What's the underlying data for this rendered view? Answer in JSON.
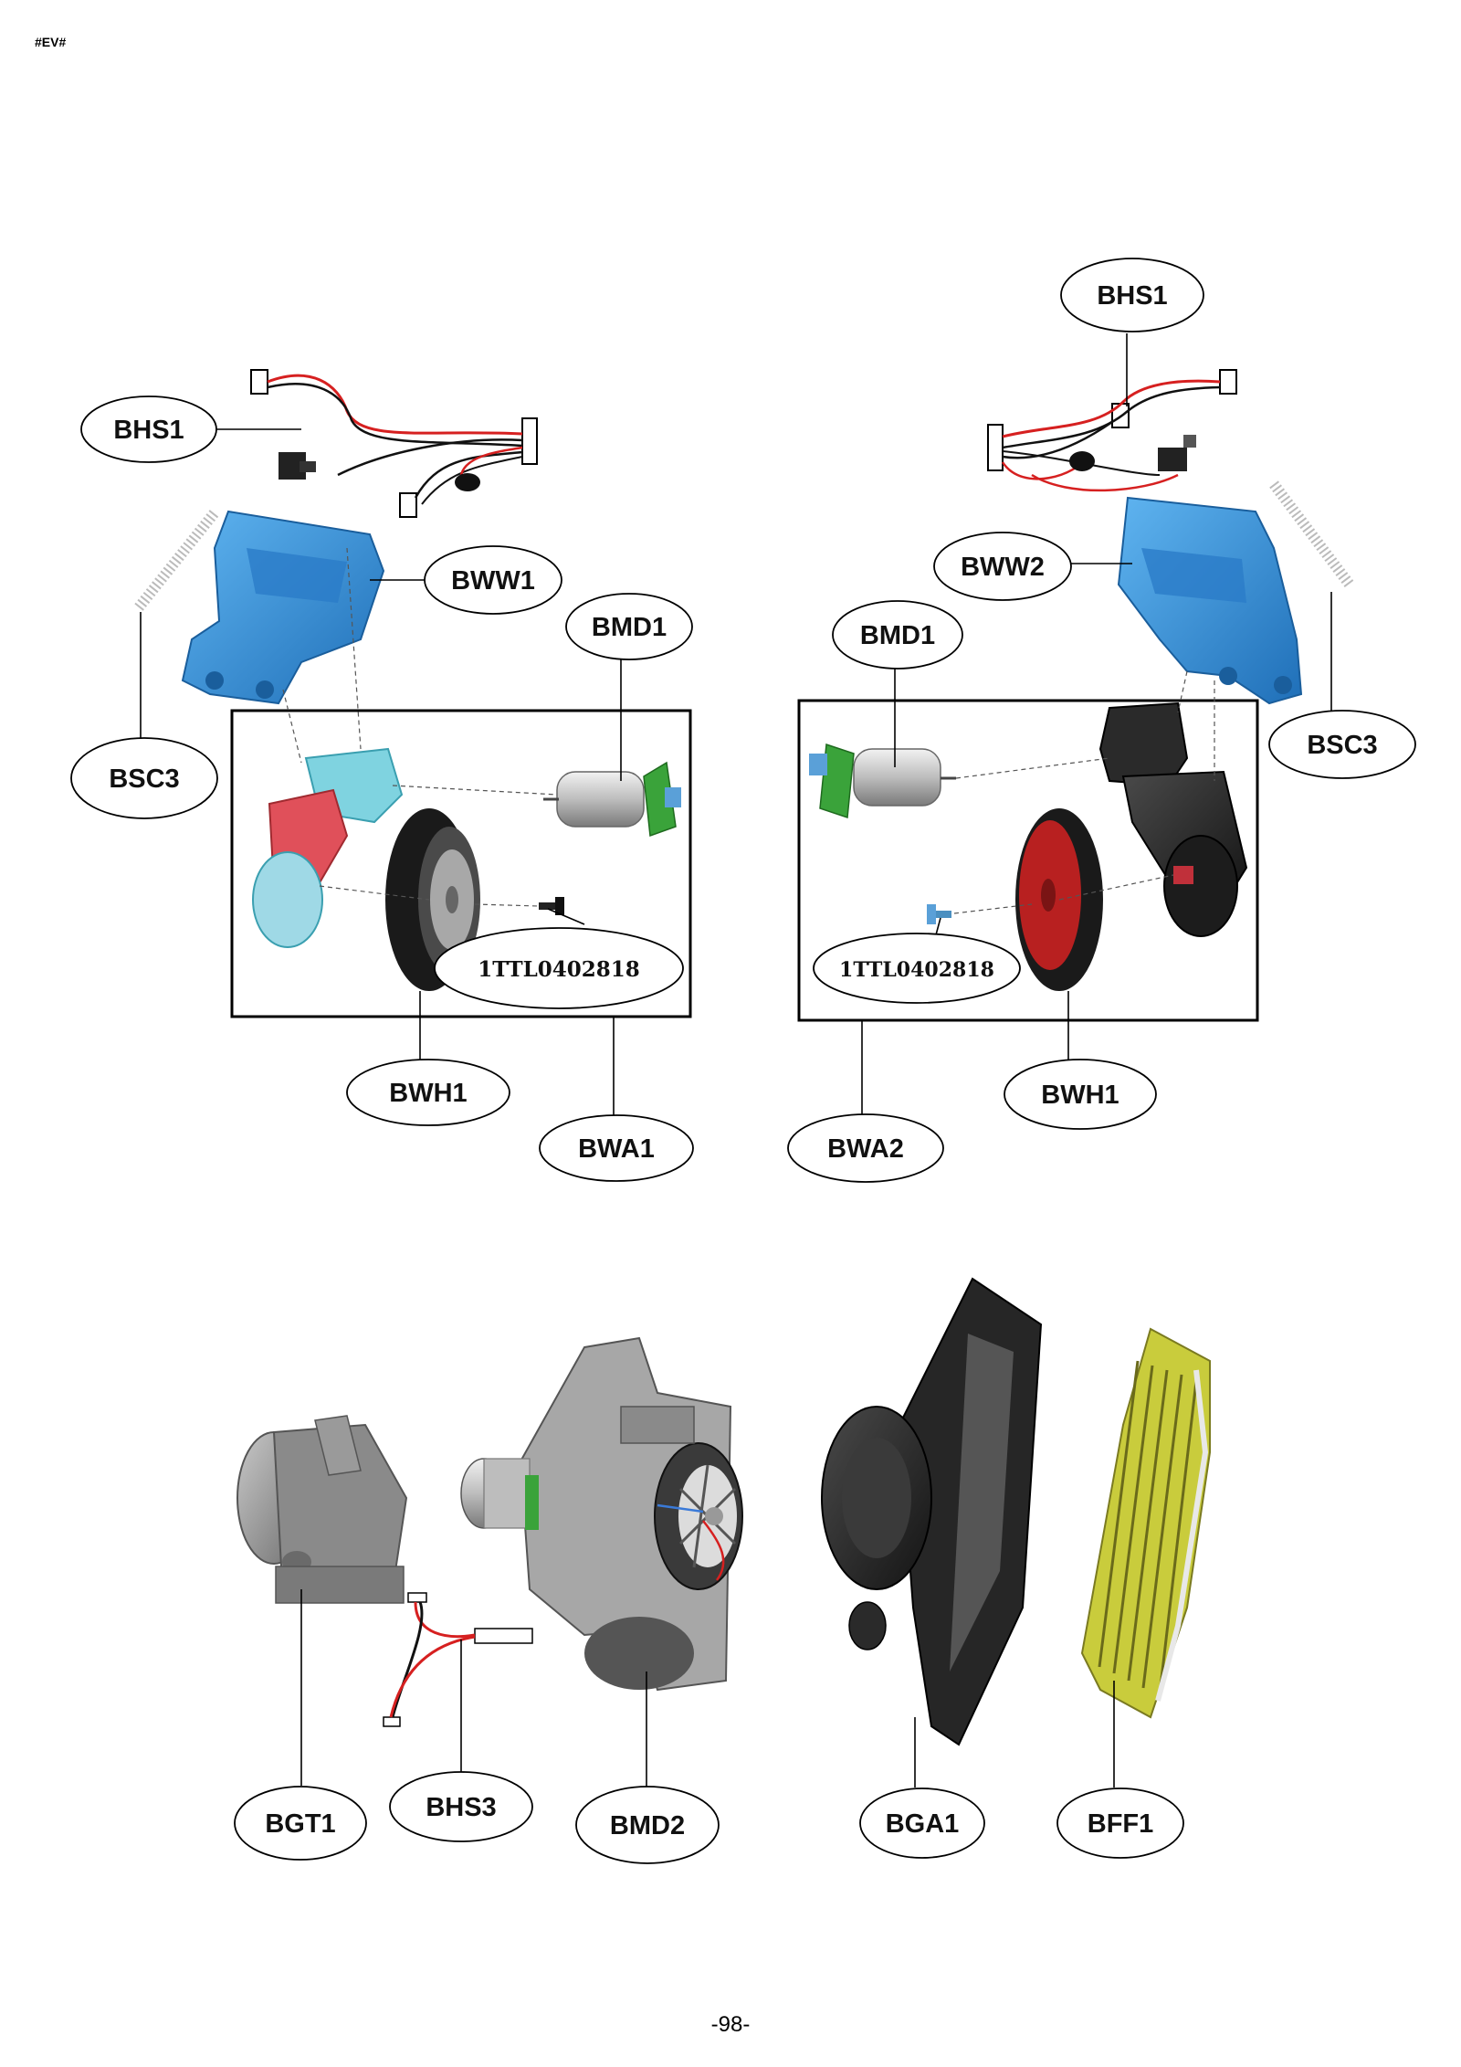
{
  "document": {
    "mark": "#EV#",
    "page_number": "-98-"
  },
  "callouts": {
    "left_bhs1": "BHS1",
    "left_bww1": "BWW1",
    "left_bmd1": "BMD1",
    "left_bsc3": "BSC3",
    "left_part_no": "1TTL0402818",
    "left_bwh1": "BWH1",
    "left_bwa1": "BWA1",
    "right_bhs1": "BHS1",
    "right_bww2": "BWW2",
    "right_bmd1": "BMD1",
    "right_bsc3": "BSC3",
    "right_part_no": "1TTL0402818",
    "right_bwh1": "BWH1",
    "right_bwa2": "BWA2",
    "bgt1": "BGT1",
    "bhs3": "BHS3",
    "bmd2": "BMD2",
    "bga1": "BGA1",
    "bff1": "BFF1"
  },
  "colors": {
    "frame_blue": "#2f8fd8",
    "frame_blue_dark": "#1a5e9c",
    "cover_cyan": "#7fd3e0",
    "cover_red": "#e0505a",
    "tire_black": "#1a1a1a",
    "hub_gray": "#a8a8a8",
    "motor_silver": "#cfcfcf",
    "pcb_green": "#3aa33a",
    "wire_red": "#d62020",
    "wire_black": "#111111",
    "housing_dark": "#2a2a2a",
    "rim_red": "#b82020",
    "fan_gray": "#9a9a9a",
    "filter_yellow": "#c9cc3c"
  }
}
